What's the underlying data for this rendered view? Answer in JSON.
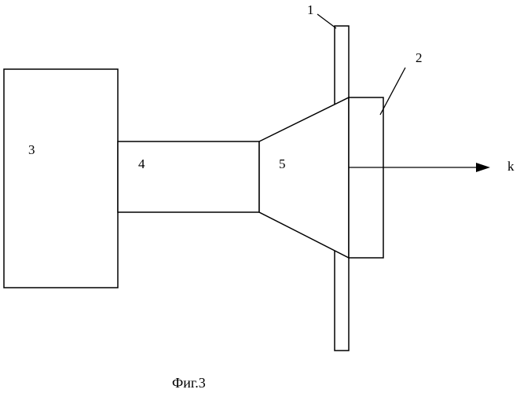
{
  "figure": {
    "caption": "Фиг.3",
    "labels": {
      "plate": "1",
      "nozzle_block": "2",
      "body": "3",
      "channel": "4",
      "cone": "5",
      "direction": "k"
    }
  }
}
